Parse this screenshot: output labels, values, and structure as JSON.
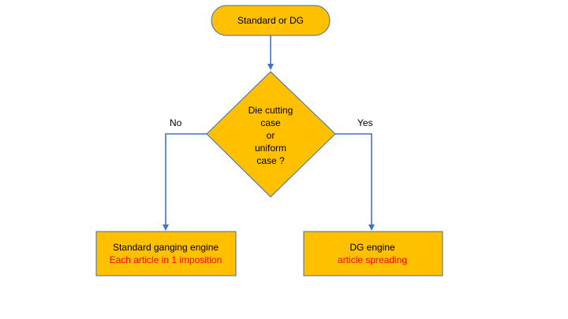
{
  "colors": {
    "node_fill": "#FFC000",
    "node_stroke": "#3B6EB5",
    "edge_stroke": "#4472C4",
    "highlight_text": "#FF0000",
    "text": "#000000"
  },
  "nodes": {
    "start": {
      "label": "Standard or DG"
    },
    "decision": {
      "lines": [
        "Die cutting",
        "case",
        "or",
        "uniform",
        "case ?"
      ]
    },
    "left": {
      "title": "Standard ganging engine",
      "subtitle": "Each article in 1 imposition"
    },
    "right": {
      "title": "DG engine",
      "subtitle": "article spreading"
    }
  },
  "edges": {
    "no_label": "No",
    "yes_label": "Yes"
  }
}
